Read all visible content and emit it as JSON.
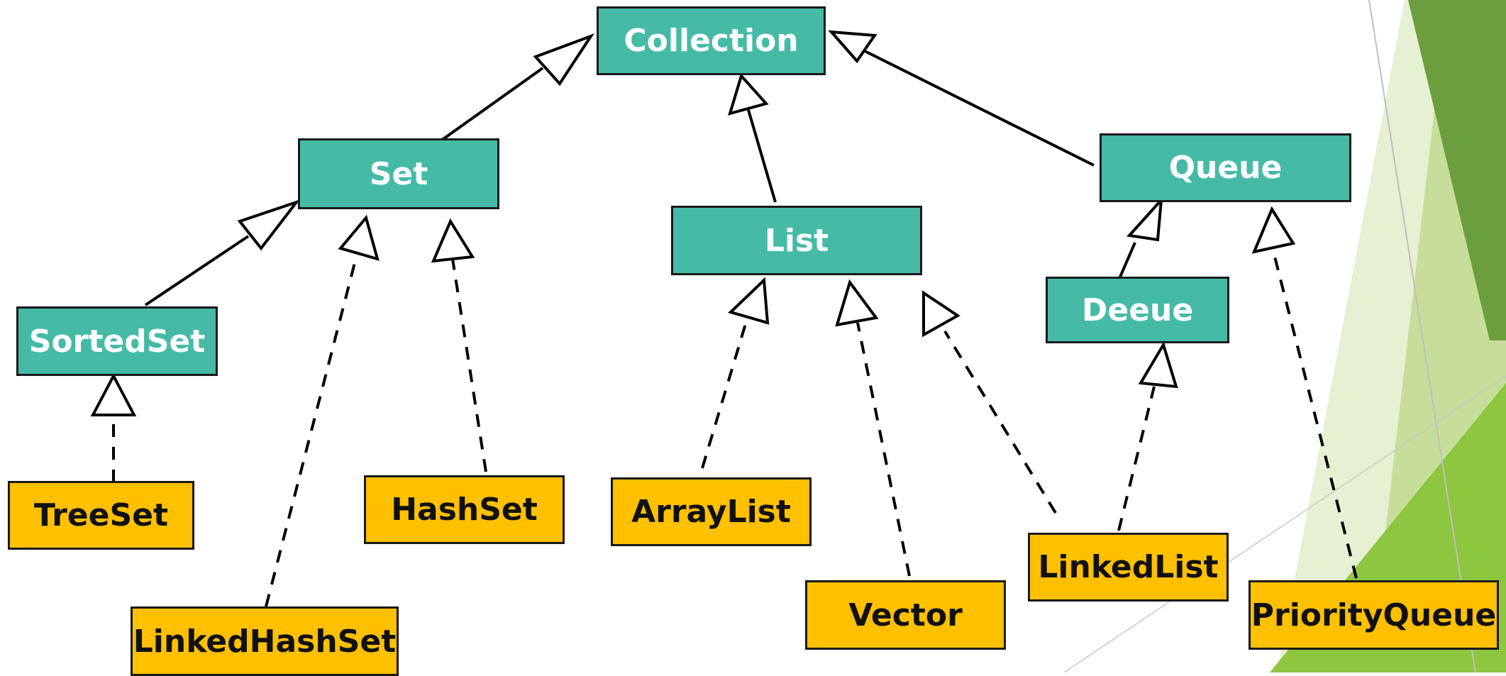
{
  "colors": {
    "interface_fill": "#45bba6",
    "class_fill": "#ffc000",
    "interface_text": "#ffffff",
    "class_text": "#111111",
    "line": "#000000",
    "decor_greens": [
      "#6b9e3c",
      "#8dc63f",
      "#c7de9b",
      "#e6f0d2"
    ]
  },
  "diagram": {
    "interfaces": {
      "collection": "Collection",
      "set": "Set",
      "list": "List",
      "queue": "Queue",
      "sortedset": "SortedSet",
      "deeue": "Deeue"
    },
    "classes": {
      "treeset": "TreeSet",
      "hashset": "HashSet",
      "linkedhashset": "LinkedHashSet",
      "arraylist": "ArrayList",
      "vector": "Vector",
      "linkedlist": "LinkedList",
      "priorityqueue": "PriorityQueue"
    },
    "relationships": [
      {
        "from": "Set",
        "to": "Collection",
        "kind": "extends"
      },
      {
        "from": "List",
        "to": "Collection",
        "kind": "extends"
      },
      {
        "from": "Queue",
        "to": "Collection",
        "kind": "extends"
      },
      {
        "from": "SortedSet",
        "to": "Set",
        "kind": "extends"
      },
      {
        "from": "Deeue",
        "to": "Queue",
        "kind": "extends"
      },
      {
        "from": "TreeSet",
        "to": "SortedSet",
        "kind": "implements"
      },
      {
        "from": "LinkedHashSet",
        "to": "Set",
        "kind": "implements"
      },
      {
        "from": "HashSet",
        "to": "Set",
        "kind": "implements"
      },
      {
        "from": "ArrayList",
        "to": "List",
        "kind": "implements"
      },
      {
        "from": "Vector",
        "to": "List",
        "kind": "implements"
      },
      {
        "from": "LinkedList",
        "to": "List",
        "kind": "implements"
      },
      {
        "from": "LinkedList",
        "to": "Deeue",
        "kind": "implements"
      },
      {
        "from": "PriorityQueue",
        "to": "Queue",
        "kind": "implements"
      }
    ]
  }
}
